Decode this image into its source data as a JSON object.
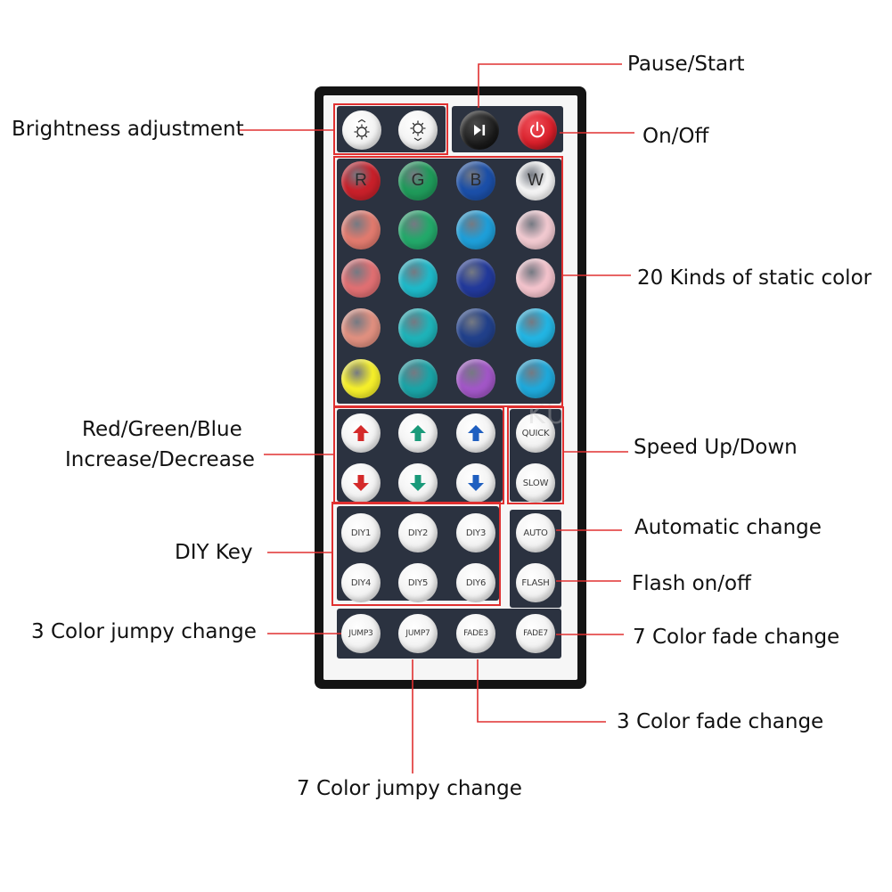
{
  "annotations": {
    "pause_start": "Pause/Start",
    "brightness": "Brightness adjustment",
    "on_off": "On/Off",
    "static_color": "20 Kinds of static color",
    "rgb_line1": "Red/Green/Blue",
    "rgb_line2": "Increase/Decrease",
    "speed": "Speed Up/Down",
    "automatic": "Automatic change",
    "diy": "DIY Key",
    "flash": "Flash on/off",
    "jump3": "3 Color jumpy change",
    "fade7": "7 Color fade change",
    "fade3": "3 Color fade change",
    "jump7": "7 Color jumpy change"
  },
  "keys": {
    "color_row_letters": [
      "R",
      "G",
      "B",
      "W"
    ],
    "static_colors": [
      [
        "#c8202a",
        "#1f9a5a",
        "#1b4fa8",
        "#f3f3f3"
      ],
      [
        "#e07a6e",
        "#23a86a",
        "#1e9ed8",
        "#f0c8cf"
      ],
      [
        "#df6f72",
        "#1eb8c8",
        "#22399a",
        "#f2c2cb"
      ],
      [
        "#df8f7f",
        "#1eb2b8",
        "#21408a",
        "#22b4e2"
      ],
      [
        "#f4ee2a",
        "#1aa3a6",
        "#a156c6",
        "#1ea8da"
      ]
    ],
    "arrow_colors": [
      "#d42a2a",
      "#1a9a7a",
      "#1f5fc0"
    ],
    "speed": [
      "QUICK",
      "SLOW"
    ],
    "diy": [
      "DIY1",
      "DIY2",
      "DIY3",
      "DIY4",
      "DIY5",
      "DIY6"
    ],
    "auto": "AUTO",
    "flash": "FLASH",
    "bottom": [
      "JUMP3",
      "JUMP7",
      "FADE3",
      "FADE7"
    ]
  },
  "icons": {
    "brightness_up": "sun-up-icon",
    "brightness_down": "sun-down-icon",
    "play_pause": "play-pause-icon",
    "power": "power-icon"
  },
  "colors": {
    "leader": "#e03030",
    "panel": "#2b3240",
    "power_red": "#d81f2a"
  },
  "watermark": "KU"
}
